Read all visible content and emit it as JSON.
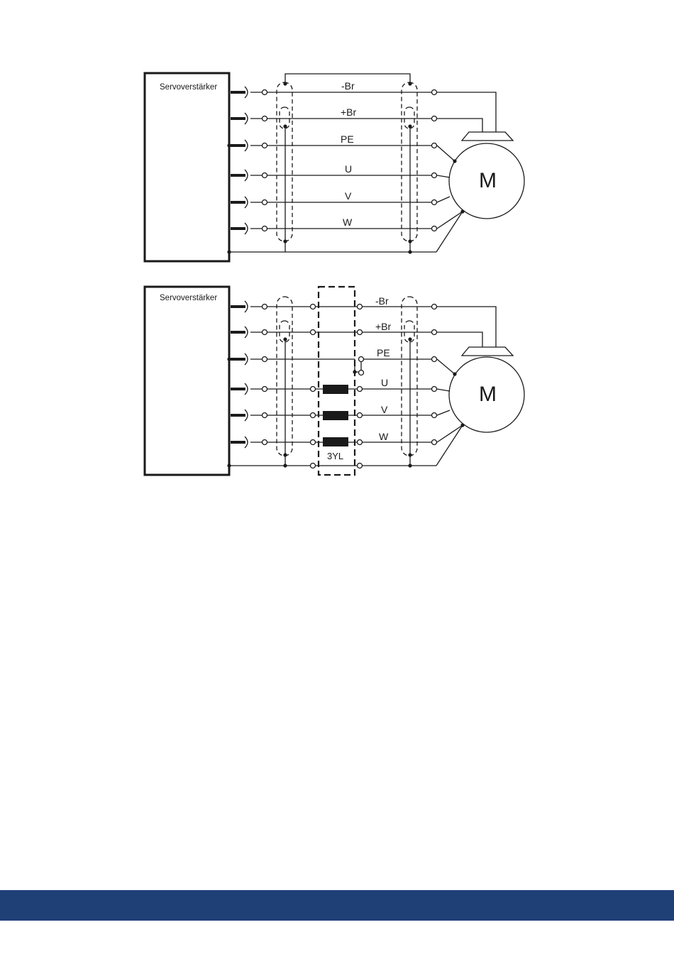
{
  "diagrams": [
    {
      "amplifier_label": "Servoverstärker",
      "wire_labels": [
        "-Br",
        "+Br",
        "PE",
        "U",
        "V",
        "W"
      ],
      "motor_label": "M"
    },
    {
      "amplifier_label": "Servoverstärker",
      "wire_labels": [
        "-Br",
        "+Br",
        "PE",
        "U",
        "V",
        "W"
      ],
      "motor_label": "M",
      "choke_label": "3YL"
    }
  ],
  "colors": {
    "line": "#1a1a1a",
    "footer": "#1f3f77"
  }
}
